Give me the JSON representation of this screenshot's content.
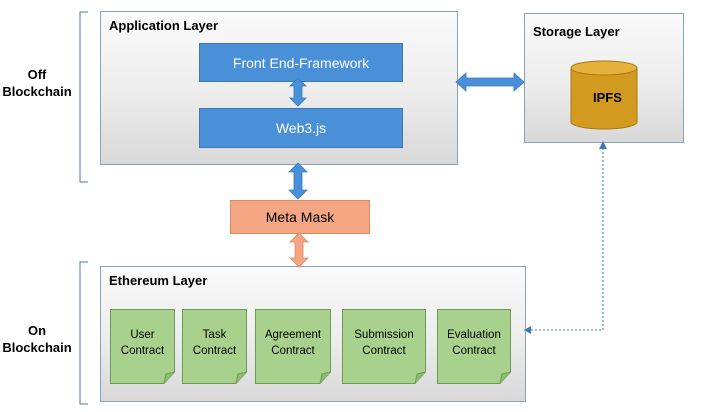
{
  "side_labels": {
    "off_line1": "Off",
    "off_line2": "Blockchain",
    "on_line1": "On",
    "on_line2": "Blockchain"
  },
  "application_layer": {
    "title": "Application Layer",
    "front_end": "Front End-Framework",
    "web3": "Web3.js"
  },
  "storage_layer": {
    "title": "Storage Layer",
    "ipfs": "IPFS"
  },
  "meta_mask": "Meta Mask",
  "ethereum_layer": {
    "title": "Ethereum Layer",
    "contracts": [
      {
        "line1": "User",
        "line2": "Contract"
      },
      {
        "line1": "Task",
        "line2": "Contract"
      },
      {
        "line1": "Agreement",
        "line2": "Contract"
      },
      {
        "line1": "Submission",
        "line2": "Contract"
      },
      {
        "line1": "Evaluation",
        "line2": "Contract"
      }
    ]
  },
  "colors": {
    "blue": "#4a90d9",
    "arrow_blue": "#4a90d9",
    "meta_orange": "#f4a582",
    "contract_green": "#a9d18e",
    "ipfs_gold": "#d29a1e"
  }
}
